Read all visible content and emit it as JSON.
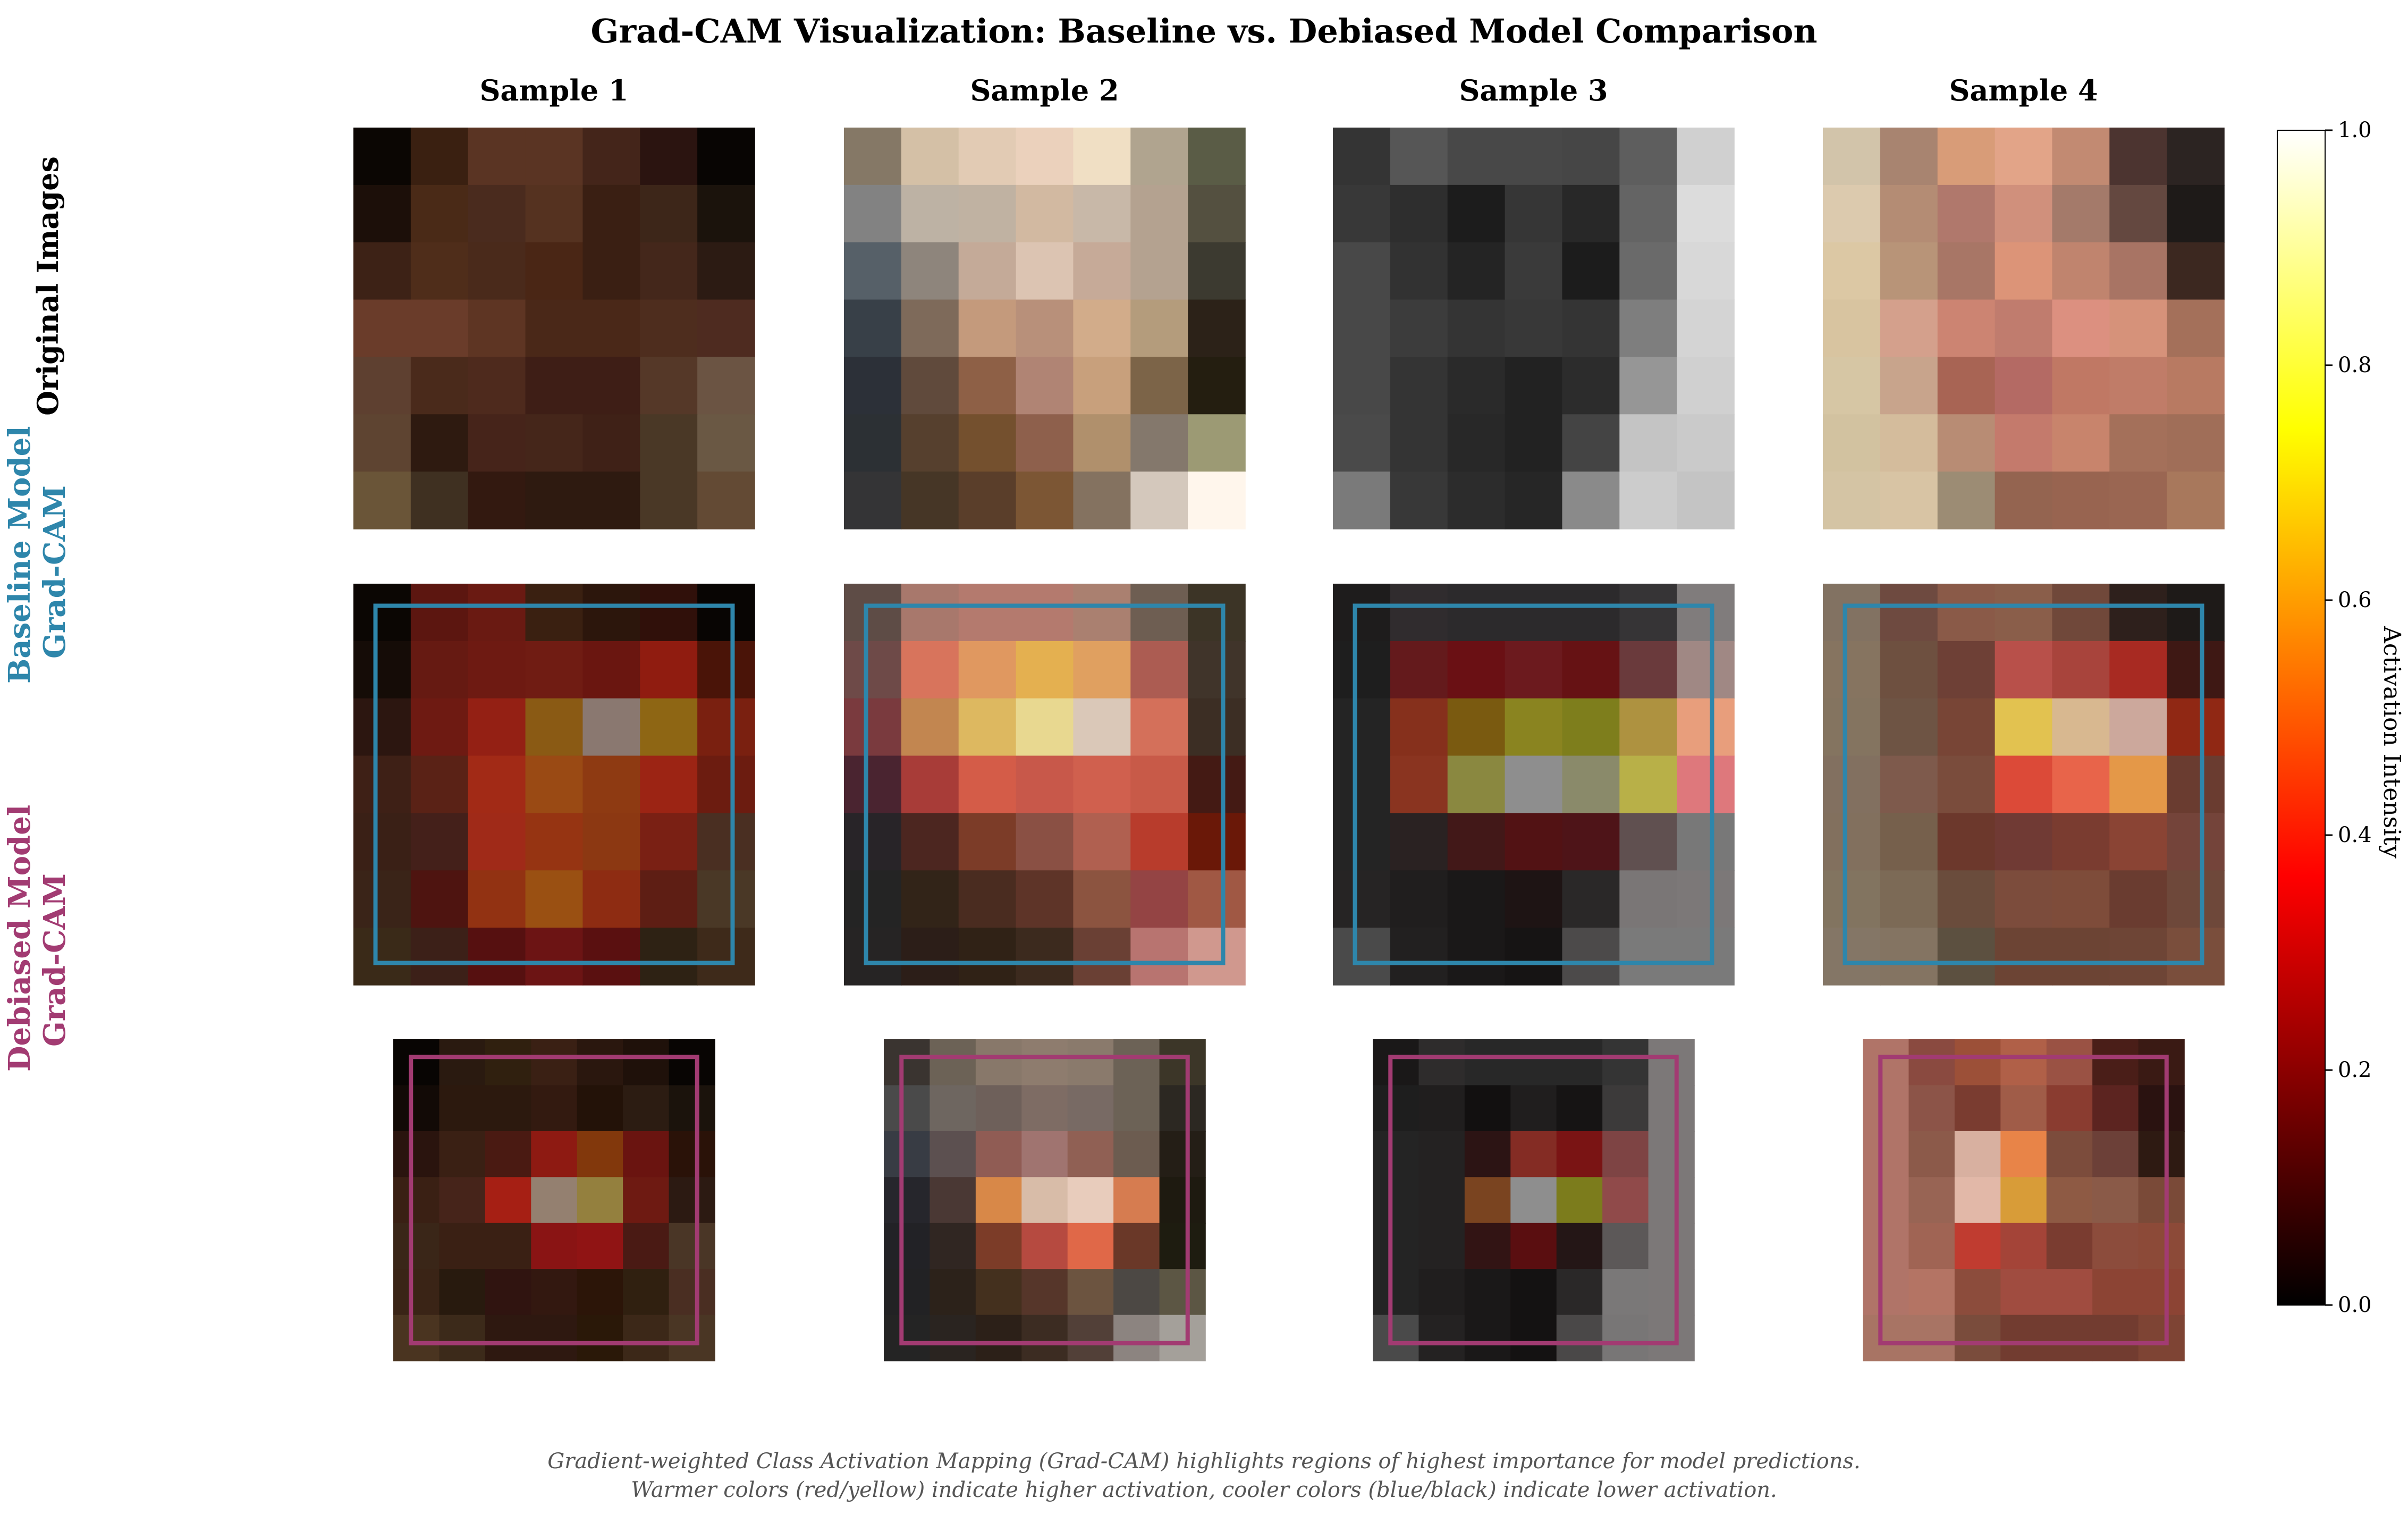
{
  "title": "Grad-CAM Visualization: Baseline vs. Debiased Model Comparison",
  "samples": [
    "Sample 1",
    "Sample 2",
    "Sample 3",
    "Sample 4"
  ],
  "row_labels": {
    "original": "Original Images",
    "baseline": [
      "Baseline Model",
      "Grad-CAM"
    ],
    "debiased": [
      "Debiased Model",
      "Grad-CAM"
    ]
  },
  "colors": {
    "baseline_box": "#2e86ab",
    "debiased_box": "#a23b72",
    "baseline_label": "#2e86ab",
    "debiased_label": "#a23b72",
    "caption": "#555555"
  },
  "caption": [
    "Gradient-weighted Class Activation Mapping (Grad-CAM) highlights regions of highest importance for model predictions.",
    "Warmer colors (red/yellow) indicate higher activation, cooler colors (blue/black) indicate lower activation."
  ],
  "chart_data": {
    "type": "heatmap",
    "colorbar": {
      "label": "Activation Intensity",
      "range": [
        0.0,
        1.0
      ],
      "colormap": "hot",
      "ticks": [
        "0.0",
        "0.2",
        "0.4",
        "0.6",
        "0.8",
        "1.0"
      ]
    },
    "grid": {
      "rows": 7,
      "cols": 7
    },
    "original_images": [
      [
        [
          "#0b0603",
          "#3a2011",
          "#5a3423",
          "#5a3423",
          "#44251a",
          "#2b1410",
          "#080503"
        ],
        [
          "#1c0f09",
          "#4a2a17",
          "#4a2b1e",
          "#553220",
          "#3a1f13",
          "#3d2619",
          "#1b130c"
        ],
        [
          "#3d2216",
          "#4f2d1a",
          "#4a2a1b",
          "#4a2615",
          "#3a1f13",
          "#44271b",
          "#2c1b13"
        ],
        [
          "#6a3c2a",
          "#6a3c2a",
          "#5e3523",
          "#4a2818",
          "#4a2818",
          "#4e2d1e",
          "#4e2b20"
        ],
        [
          "#5e4030",
          "#4a2a1b",
          "#4e2a1d",
          "#3e1e16",
          "#3e1e16",
          "#553828",
          "#6b5443"
        ],
        [
          "#5e4431",
          "#2e1a10",
          "#46241a",
          "#45261a",
          "#3f2117",
          "#4a3826",
          "#6a5844"
        ],
        [
          "#6a5538",
          "#3f3021",
          "#331910",
          "#2e1a10",
          "#2e1a10",
          "#4a3826",
          "#634a34"
        ]
      ],
      [
        [
          "#857866",
          "#d4c0a6",
          "#e2cbb4",
          "#ebd1bc",
          "#f0dfc4",
          "#b0a48f",
          "#5a5c46"
        ],
        [
          "#828282",
          "#bdb2a4",
          "#c0b2a2",
          "#d2b9a1",
          "#c8b8a8",
          "#b4a290",
          "#545040"
        ],
        [
          "#566068",
          "#8e857c",
          "#c4aa98",
          "#dcc4b2",
          "#c6aa98",
          "#b4a290",
          "#3c3a30"
        ],
        [
          "#384048",
          "#7e6a5a",
          "#c49a7c",
          "#b8907a",
          "#d2ac8a",
          "#b49c7c",
          "#2c2218"
        ],
        [
          "#2c3038",
          "#604a3c",
          "#8e6046",
          "#b08474",
          "#c8a07c",
          "#7c6448",
          "#241e10"
        ],
        [
          "#2c3034",
          "#56402e",
          "#74502e",
          "#8e604c",
          "#b0906c",
          "#84786c",
          "#9c9a74"
        ],
        [
          "#343436",
          "#463626",
          "#5a3e2a",
          "#7c5634",
          "#847260",
          "#d4c8bc",
          "#fff6ec"
        ]
      ],
      [
        [
          "#343434",
          "#565656",
          "#484848",
          "#484848",
          "#464646",
          "#5e5e5e",
          "#d0d0d0"
        ],
        [
          "#383838",
          "#2e2e2e",
          "#1c1c1c",
          "#363636",
          "#282828",
          "#646464",
          "#dcdcdc"
        ],
        [
          "#484848",
          "#323232",
          "#242424",
          "#3a3a3a",
          "#1c1c1c",
          "#6a6a6a",
          "#d8d8d8"
        ],
        [
          "#484848",
          "#3c3c3c",
          "#343434",
          "#383838",
          "#343434",
          "#7e7e7e",
          "#d4d4d4"
        ],
        [
          "#484848",
          "#343434",
          "#2a2a2a",
          "#222222",
          "#2c2c2c",
          "#969696",
          "#d0d0d0"
        ],
        [
          "#4a4a4a",
          "#343434",
          "#282828",
          "#222222",
          "#444444",
          "#c4c4c4",
          "#cacaca"
        ],
        [
          "#7a7a7a",
          "#383838",
          "#2c2c2c",
          "#262626",
          "#8a8a8a",
          "#cccccc",
          "#c4c4c4"
        ]
      ],
      [
        [
          "#d2c4aa",
          "#a88470",
          "#d89c78",
          "#e2a488",
          "#c28a72",
          "#4c3430",
          "#2c2422"
        ],
        [
          "#dccaae",
          "#b48c74",
          "#b0786c",
          "#d0907c",
          "#a47a6a",
          "#644840",
          "#1e1a18"
        ],
        [
          "#dcc8a4",
          "#b89478",
          "#a87666",
          "#dc9478",
          "#c0846e",
          "#a87464",
          "#3c2820"
        ],
        [
          "#d8c4a0",
          "#d4a08c",
          "#cc8472",
          "#c07c6e",
          "#dc9080",
          "#d6927a",
          "#a4705a"
        ],
        [
          "#d6c6a4",
          "#c8a48c",
          "#a86454",
          "#b46a64",
          "#c07864",
          "#c07c68",
          "#b87a62"
        ],
        [
          "#d2c2a0",
          "#d4bc9c",
          "#b88c74",
          "#c47a6c",
          "#c8846c",
          "#a4705a",
          "#a06e58"
        ],
        [
          "#d4c4a4",
          "#d8c4a4",
          "#9c8c74",
          "#946450",
          "#986450",
          "#9a6652",
          "#a8785c"
        ]
      ]
    ],
    "baseline_gradcam": [
      [
        [
          "#0b0603",
          "#5c1610",
          "#6a1a12",
          "#3a2011",
          "#2c160c",
          "#30100a",
          "#080503"
        ],
        [
          "#150c07",
          "#661a12",
          "#6e1a12",
          "#701c13",
          "#6a1610",
          "#901c10",
          "#4a1408"
        ],
        [
          "#2c1610",
          "#6e1a12",
          "#942014",
          "#8a5a14",
          "#8a7870",
          "#8e6614",
          "#7a2010"
        ],
        [
          "#3e2016",
          "#5a2216",
          "#a22a16",
          "#9a4a14",
          "#8e3a12",
          "#9c2414",
          "#6c1c10"
        ],
        [
          "#3a2016",
          "#44201a",
          "#a02a18",
          "#963412",
          "#8c3812",
          "#7a2014",
          "#4a2f22"
        ],
        [
          "#3a2418",
          "#4e1410",
          "#923212",
          "#9a5012",
          "#8e2c12",
          "#5e1e14",
          "#4a3826"
        ],
        [
          "#3a2a18",
          "#3c2018",
          "#561010",
          "#6c1414",
          "#5a1010",
          "#2e2214",
          "#3e2a1a"
        ]
      ],
      [
        [
          "#5e4c46",
          "#a8786c",
          "#b47a6e",
          "#b47a6e",
          "#aa8070",
          "#6e5e52",
          "#3c3426"
        ],
        [
          "#6e4a48",
          "#d8745c",
          "#e09860",
          "#e4b050",
          "#e0a060",
          "#ac5c52",
          "#40342a"
        ],
        [
          "#7a3a3e",
          "#c28650",
          "#ddb860",
          "#e8d890",
          "#dac8b8",
          "#d4705a",
          "#3c2e24"
        ],
        [
          "#4a2430",
          "#a83c38",
          "#d45c48",
          "#c8584a",
          "#d0604e",
          "#c85a48",
          "#441a14"
        ],
        [
          "#282428",
          "#4c2620",
          "#7c3c28",
          "#8a5044",
          "#b06050",
          "#b83c2c",
          "#6a1808"
        ],
        [
          "#242424",
          "#322418",
          "#4a2c20",
          "#5e3428",
          "#8c5440",
          "#944444",
          "#a05844"
        ],
        [
          "#262424",
          "#2c1e18",
          "#302216",
          "#3c2a1e",
          "#6a4034",
          "#b87470",
          "#d0988e"
        ]
      ],
      [
        [
          "#1e1c1c",
          "#302c2e",
          "#2c2a2c",
          "#2c2a2c",
          "#2c2a2c",
          "#363436",
          "#807c7c"
        ],
        [
          "#1e1e1e",
          "#641a1c",
          "#6a1014",
          "#6c1a1e",
          "#661214",
          "#6a3a3c",
          "#a08884"
        ],
        [
          "#242424",
          "#86301c",
          "#7a5a10",
          "#8a8420",
          "#7e7e1c",
          "#ae9240",
          "#e89e7c"
        ],
        [
          "#242424",
          "#8a3420",
          "#8a8840",
          "#8e8e8e",
          "#8a8a6a",
          "#b8b048",
          "#de787c"
        ],
        [
          "#242424",
          "#2a2222",
          "#421818",
          "#521214",
          "#4e1418",
          "#605050",
          "#787878"
        ],
        [
          "#262424",
          "#201e1e",
          "#1a1818",
          "#1e1414",
          "#2a2828",
          "#7a7676",
          "#7c7878"
        ],
        [
          "#4a4a4a",
          "#222020",
          "#1a1818",
          "#161414",
          "#4c4a4a",
          "#7a7a7a",
          "#7a7a7a"
        ]
      ],
      [
        [
          "#827262",
          "#6e4a40",
          "#8a5a48",
          "#8a5e4a",
          "#70483a",
          "#2e201c",
          "#1e1a18"
        ],
        [
          "#867460",
          "#6e5040",
          "#6e4036",
          "#b8504a",
          "#a8443c",
          "#a82a22",
          "#3e1814"
        ],
        [
          "#847460",
          "#6e5444",
          "#784536",
          "#e2c250",
          "#d8b890",
          "#cca89c",
          "#902814"
        ],
        [
          "#827060",
          "#7e5a4c",
          "#7a4c3c",
          "#dc4a38",
          "#e8644a",
          "#e49848",
          "#6a3c30"
        ],
        [
          "#82705e",
          "#76604c",
          "#6c382c",
          "#703a34",
          "#7a3c30",
          "#8a4434",
          "#74443a"
        ],
        [
          "#827460",
          "#7c6a56",
          "#6a4c3c",
          "#7c4c3c",
          "#7e4c3a",
          "#6a3c30",
          "#6e483a"
        ],
        [
          "#847666",
          "#847462",
          "#5c5040",
          "#6c4434",
          "#6c4434",
          "#6e4536",
          "#7a4e3c"
        ]
      ]
    ],
    "debiased_gradcam": [
      [
        [
          "#080503",
          "#2a1a10",
          "#30200f",
          "#3a2014",
          "#2a170e",
          "#1f110a",
          "#080503"
        ],
        [
          "#120a06",
          "#2c190e",
          "#2c190e",
          "#331a10",
          "#231208",
          "#2c1c12",
          "#1b130c"
        ],
        [
          "#2a140e",
          "#3a2014",
          "#4a1a12",
          "#8e1a12",
          "#82380c",
          "#6a1410",
          "#2a1208"
        ],
        [
          "#3a2014",
          "#46241a",
          "#a61f14",
          "#948070",
          "#94803e",
          "#6e1a12",
          "#2c1a12"
        ],
        [
          "#3a2618",
          "#3a2014",
          "#3a2014",
          "#8a1414",
          "#901414",
          "#4a1a14",
          "#4a3626"
        ],
        [
          "#3a2416",
          "#281a0e",
          "#301410",
          "#331810",
          "#2c1508",
          "#302010",
          "#4a2e22"
        ],
        [
          "#4a3420",
          "#3c2a1a",
          "#2e1810",
          "#2e1810",
          "#2a1808",
          "#3c2818",
          "#4a3624"
        ]
      ],
      [
        [
          "#3a3430",
          "#6c6256",
          "#88786a",
          "#8e7c6e",
          "#8a7a6c",
          "#6c6256",
          "#3c3628"
        ],
        [
          "#4a4a4a",
          "#6e6660",
          "#6e605a",
          "#7e6c64",
          "#786a64",
          "#6c6256",
          "#2c2822"
        ],
        [
          "#383c44",
          "#5c5050",
          "#905c54",
          "#a07470",
          "#906054",
          "#6c5c50",
          "#241e16"
        ],
        [
          "#26262c",
          "#4a3834",
          "#d88848",
          "#d8bca8",
          "#e8ccbc",
          "#d67c50",
          "#1e1a10"
        ],
        [
          "#222226",
          "#302622",
          "#7c3c28",
          "#b64a40",
          "#e06848",
          "#6a3828",
          "#1e1c10"
        ],
        [
          "#222224",
          "#2c221a",
          "#44301e",
          "#56362a",
          "#6c5440",
          "#4c4844",
          "#5c5644"
        ],
        [
          "#242424",
          "#2a2420",
          "#2c2018",
          "#3c2c22",
          "#524038",
          "#8c8480",
          "#a4a09a"
        ]
      ],
      [
        [
          "#1a1818",
          "#2e2c2c",
          "#282828",
          "#282828",
          "#282828",
          "#343434",
          "#7c7878"
        ],
        [
          "#1e1e1e",
          "#201e1e",
          "#121010",
          "#201e1e",
          "#161414",
          "#3c3a3a",
          "#7c7878"
        ],
        [
          "#242424",
          "#242222",
          "#2c1414",
          "#842c24",
          "#7a1414",
          "#7e4444",
          "#7c7878"
        ],
        [
          "#242424",
          "#242222",
          "#7a4420",
          "#8e8e8e",
          "#7c7c1c",
          "#904a4a",
          "#7c7878"
        ],
        [
          "#242424",
          "#242222",
          "#321414",
          "#5a0e10",
          "#241616",
          "#5c5858",
          "#7c7878"
        ],
        [
          "#242424",
          "#201e1e",
          "#1a1818",
          "#141212",
          "#2a2828",
          "#7a7878",
          "#7c7878"
        ],
        [
          "#4a4a4a",
          "#242222",
          "#1a1818",
          "#141212",
          "#4a4848",
          "#787676",
          "#7c7878"
        ]
      ],
      [
        [
          "#b07468",
          "#8a4a40",
          "#9c5038",
          "#b06048",
          "#9a5244",
          "#4a1e18",
          "#3a1a14"
        ],
        [
          "#b07468",
          "#8c5448",
          "#7a3c30",
          "#a05c48",
          "#8a3c30",
          "#5c2420",
          "#2a1210"
        ],
        [
          "#b07468",
          "#8c5a4a",
          "#d8b0a0",
          "#e88448",
          "#7c4c3c",
          "#6c4038",
          "#2e1a12"
        ],
        [
          "#b07468",
          "#986454",
          "#e2b8a8",
          "#d89c38",
          "#8e5a44",
          "#8a5a48",
          "#7a4a38"
        ],
        [
          "#b07468",
          "#a06454",
          "#c03c30",
          "#a44438",
          "#7a3c30",
          "#8c4c3c",
          "#8c4a38"
        ],
        [
          "#b07468",
          "#b47464",
          "#8c4c3c",
          "#a04c40",
          "#a04c40",
          "#8c4434",
          "#8c4434"
        ],
        [
          "#a87464",
          "#a87464",
          "#7a4c3c",
          "#723c30",
          "#723c30",
          "#723c30",
          "#7e4434"
        ]
      ]
    ]
  }
}
